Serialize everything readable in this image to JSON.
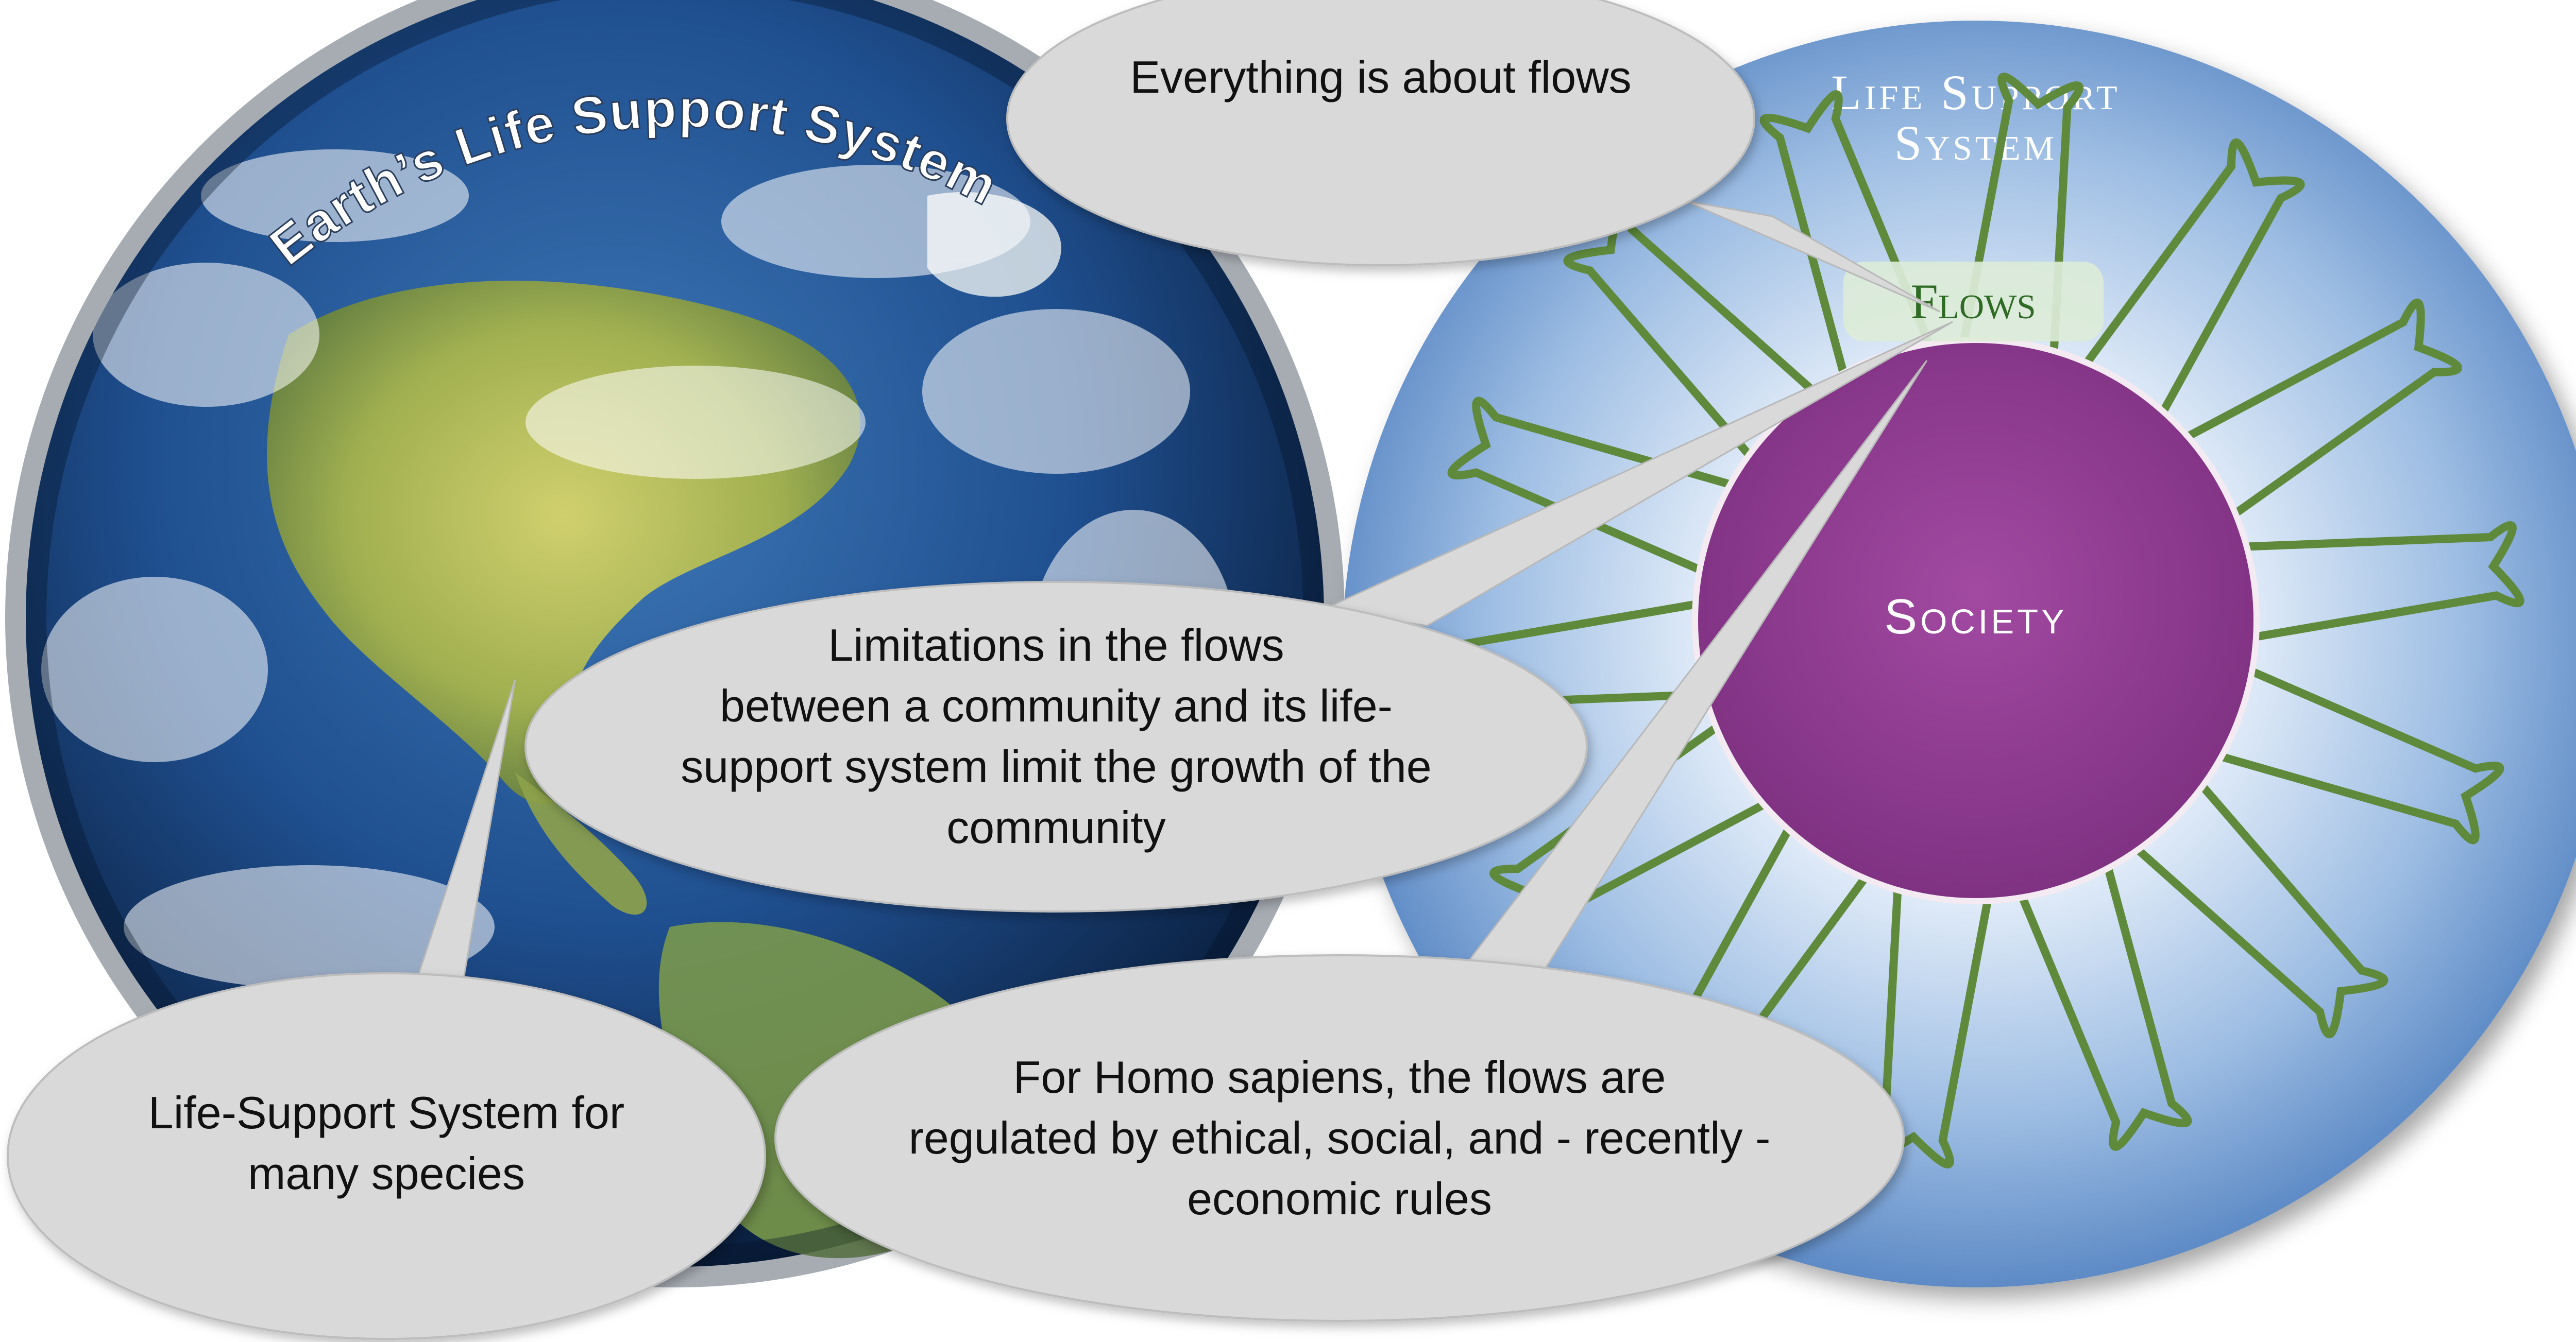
{
  "earth": {
    "title": "Earth’s Life Support System"
  },
  "life_support": {
    "title_line1": "Life Support",
    "title_line2": "System",
    "flows_label": "Flows",
    "society_label": "Society"
  },
  "callouts": {
    "top": "Everything is about flows",
    "middle": [
      "Limitations in the flows",
      "between a community and its life-",
      "support system limit the growth of the",
      "community"
    ],
    "bottom_left": [
      "Life-Support System for",
      "many species"
    ],
    "bottom_right": [
      "For Homo sapiens, the flows are",
      "regulated by ethical, social, and - recently -",
      "economic rules"
    ]
  },
  "colors": {
    "ocean": "#1c3f74",
    "land": "#a9b84a",
    "life_support_fill": "#7fa7d6",
    "society_fill": "#8e3b8f",
    "flow_loops": "#5f8a3c",
    "bubble_fill": "#d9d9d9",
    "flows_box": "#dcebd8"
  }
}
